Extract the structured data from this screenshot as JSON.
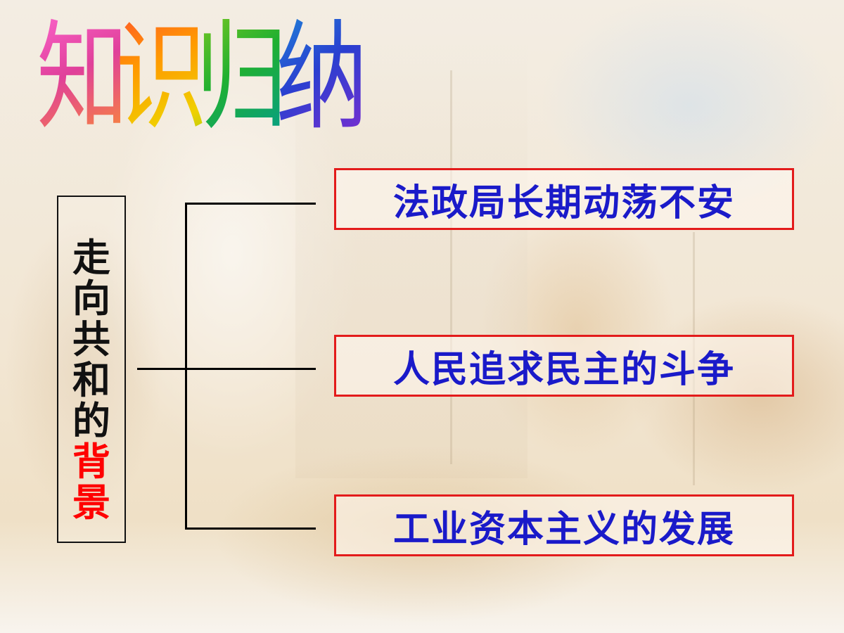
{
  "title": {
    "chars": [
      "知",
      "识",
      "归",
      "纳"
    ]
  },
  "main_node": {
    "chars": [
      "走",
      "向",
      "共",
      "和",
      "的"
    ],
    "highlight_chars": [
      "背",
      "景"
    ],
    "highlight_color": "#ff0000"
  },
  "branches": [
    {
      "label": "法政局长期动荡不安"
    },
    {
      "label": "人民追求民主的斗争"
    },
    {
      "label": "工业资本主义的发展"
    }
  ],
  "colors": {
    "branch_border": "#e31b1b",
    "branch_text": "#1a1ac9",
    "line": "#000000"
  }
}
